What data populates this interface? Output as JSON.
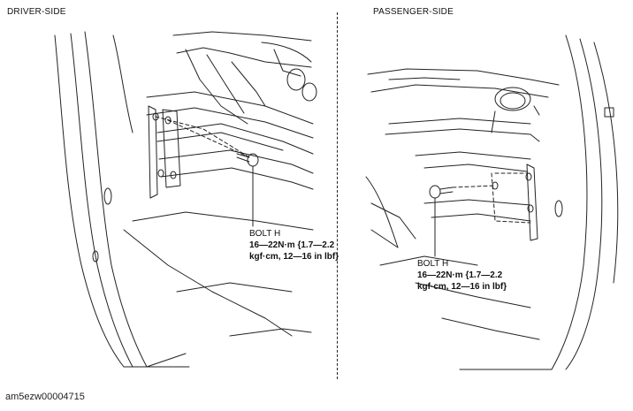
{
  "views": {
    "driver": {
      "title": "DRIVER-SIDE",
      "callout": {
        "name": "BOLT H",
        "torque_line1": "16—22N·m {1.7—2.2",
        "torque_line2": "kgf·cm, 12—16 in lbf}"
      }
    },
    "passenger": {
      "title": "PASSENGER-SIDE",
      "callout": {
        "name": "BOLT H",
        "torque_line1": "16—22N·m {1.7—2.2",
        "torque_line2": "kgf·cm, 12—16 in lbf}"
      }
    }
  },
  "figure_id": "am5ezw00004715"
}
